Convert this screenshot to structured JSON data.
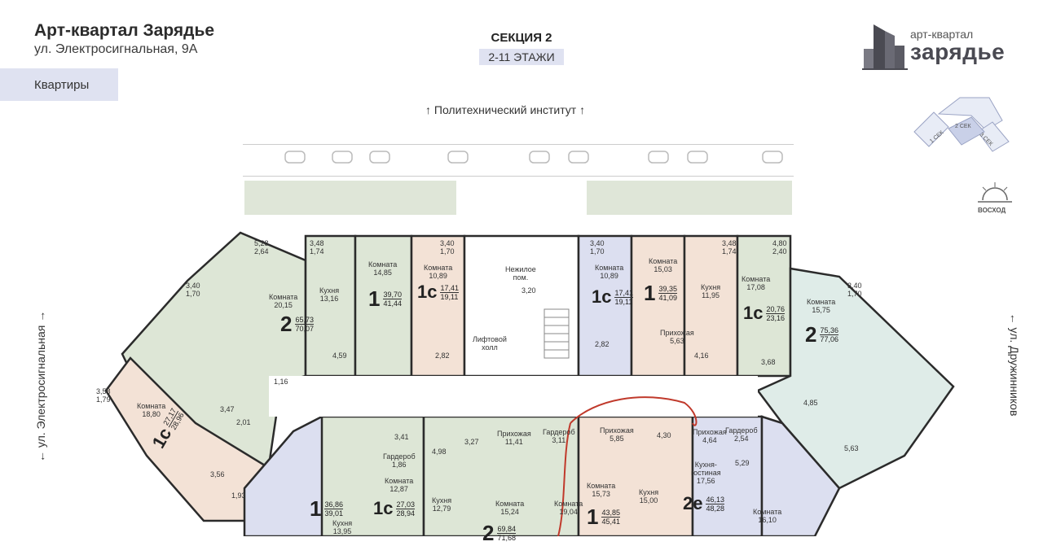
{
  "header": {
    "title": "Арт-квартал Зарядье",
    "address": "ул. Электросигнальная, 9А",
    "tab_label": "Квартиры"
  },
  "section": {
    "title": "СЕКЦИЯ 2",
    "floors": "2-11 ЭТАЖИ"
  },
  "logo": {
    "small": "арт-квартал",
    "big": "зарядье"
  },
  "streets": {
    "top": "Политехнический институт",
    "left": "ул. Электросигнальная",
    "right": "ул. Дружинников"
  },
  "minimap": {
    "sec1": "1 СЕК",
    "sec2": "2 СЕК",
    "sec3": "3 СЕК"
  },
  "sunrise": "ВОСХОД",
  "colors": {
    "room_green": "#dde6d6",
    "room_blue": "#dcdff0",
    "room_peach": "#f3e2d6",
    "room_mint": "#dfece8",
    "wall": "#2b2b2b",
    "highlight": "#c0392b"
  },
  "apartments": [
    {
      "id": "a1",
      "rooms": "2",
      "area": "65,73",
      "total": "70,07"
    },
    {
      "id": "a2",
      "rooms": "1",
      "area": "39,70",
      "total": "41,44"
    },
    {
      "id": "a3",
      "rooms": "1с",
      "area": "17,41",
      "total": "19,11"
    },
    {
      "id": "a4",
      "rooms": "1с",
      "area": "17,41",
      "total": "19,11"
    },
    {
      "id": "a5",
      "rooms": "1",
      "area": "39,35",
      "total": "41,09"
    },
    {
      "id": "a6",
      "rooms": "1с",
      "area": "20,76",
      "total": "23,16"
    },
    {
      "id": "a7",
      "rooms": "2",
      "area": "75,36",
      "total": "77,06"
    },
    {
      "id": "a8",
      "rooms": "1с",
      "area": "27,17",
      "total": "28,96"
    },
    {
      "id": "a9",
      "rooms": "1",
      "area": "36,86",
      "total": "39,01"
    },
    {
      "id": "a10",
      "rooms": "1с",
      "area": "27,03",
      "total": "28,94"
    },
    {
      "id": "a11",
      "rooms": "2",
      "area": "69,84",
      "total": "71,68"
    },
    {
      "id": "a12",
      "rooms": "1",
      "area": "43,85",
      "total": "45,41"
    },
    {
      "id": "a13",
      "rooms": "2е",
      "area": "46,13",
      "total": "48,28"
    }
  ],
  "labels": {
    "l1": "Комната\n20,15",
    "l2": "Кухня\n13,16",
    "l3": "Комната\n14,85",
    "l4": "Комната\n10,89",
    "l5": "Нежилое\nпом.",
    "l6": "3,20",
    "l7": "Лифтовой\nхолл",
    "l8": "Комната\n10,89",
    "l9": "Комната\n15,03",
    "l10": "Кухня\n11,95",
    "l11": "Комната\n17,08",
    "l12": "Комната\n15,75",
    "l13": "Прихожая\n5,63",
    "l14": "Прихожая\n11,41",
    "l15": "Гардероб\n3,11",
    "l16": "Прихожая\n5,85",
    "l17": "Прихожая\n4,64",
    "l18": "Гардероб\n2,54",
    "l19": "Комната\n15,73",
    "l20": "Кухня\n15,00",
    "l21": "Кухня-\nгостиная\n17,56",
    "l22": "Комната\n16,10",
    "l23": "Комната\n12,87",
    "l24": "Кухня\n12,79",
    "l25": "Комната\n15,24",
    "l26": "Комната\n19,04",
    "l27": "Кухня\n13,95",
    "l28": "Комната\n18,80",
    "l29": "4,59",
    "l30": "2,82",
    "l31": "2,82",
    "l32": "4,16",
    "l33": "3,68",
    "l34": "5,29",
    "l35": "4,98",
    "l36": "3,27",
    "l37": "3,41",
    "l38": "Гардероб\n1,86",
    "l39": "4,30",
    "l40": "1,16",
    "l41": "2,01",
    "l42": "3,47",
    "l43": "3,56",
    "l44": "1,93",
    "l45": "4,85",
    "l46": "5,63"
  },
  "balconies": {
    "b1": "5,28\n2,64",
    "b2": "3,48\n1,74",
    "b3": "3,40\n1,70",
    "b4": "3,40\n1,70",
    "b5": "3,48\n1,74",
    "b6": "4,80\n2,40",
    "b7": "3,40\n1,70",
    "b8": "3,40\n1,70",
    "b9": "3,58\n1,79"
  }
}
